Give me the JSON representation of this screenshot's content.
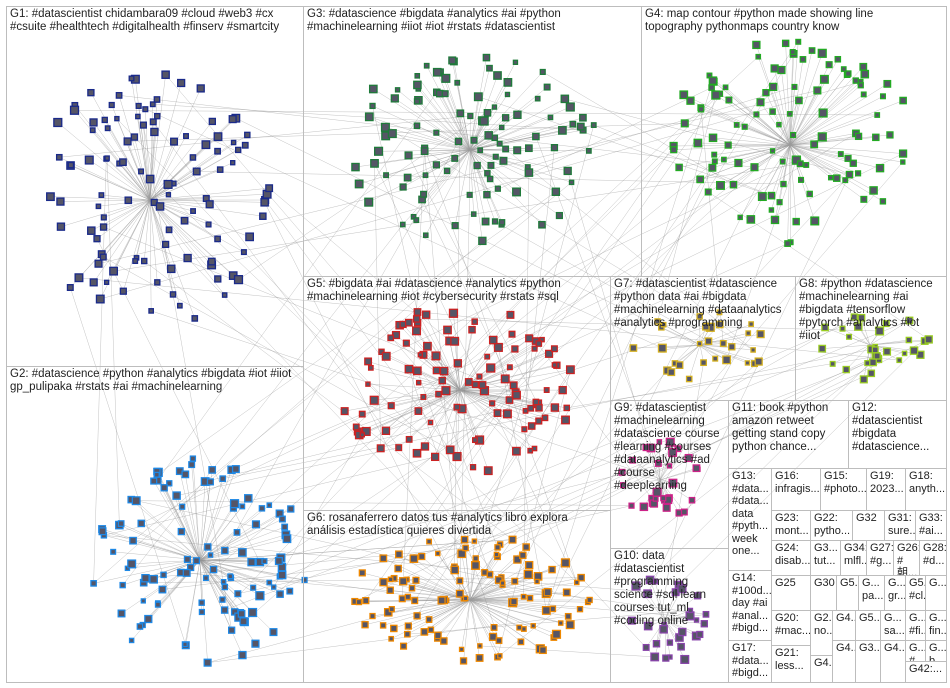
{
  "groups": {
    "g1": "G1: #datascientist chidambara09 #cloud #web3 #cx\n#csuite #healthtech #digitalhealth #finserv #smartcity",
    "g3": "G3: #datascience #bigdata #analytics #ai #python\n#machinelearning #iiot #iot #rstats #datascientist",
    "g4": "G4: map contour #python made showing line\ntopography pythonmaps country know",
    "g2": "G2: #datascience #python #analytics #bigdata #iot #iiot\ngp_pulipaka #rstats #ai #machinelearning",
    "g5": "G5: #bigdata #ai #datascience #analytics #python\n#machinelearning #iot #cybersecurity #rstats #sql",
    "g7": "G7: #datascientist #datascience\n#python data #ai #bigdata\n#machinelearning #dataanalytics\n#analytics #programming",
    "g8": "G8: #python #datascience\n#machinelearning #ai\n#bigdata #tensorflow\n#pytorch #analytics #iot\n#iiot",
    "g9": "G9: #datascientist\n#machinelearning\n#datascience course\n#learning #courses\n#dataanalytics #ad\n#course\n#deeplearning",
    "g6": "G6: rosanaferrero datos tus #analytics libro explora\nanálisis estadística quieres divertida",
    "g10": "G10: data\n#datascientist\n#programming\nscience #sql learn\ncourses tut_ml\n#coding online",
    "g11": "G11: book #python\namazon retweet\ngetting stand copy\npython chance...",
    "g12": "G12:\n#datascientist\n#bigdata\n#datascience...",
    "g13": "G13:\n#data...\n#data...\ndata\n#pyth...\nweek\none...",
    "g14": "G14:\n#100d...\nday #ai\n#anal...\n#bigd...",
    "g17": "G17:\n#data...\n#bigd...",
    "g16": "G16:\ninfragis...",
    "g15": "G15:\n#photo...",
    "g19": "G19:\n2023...",
    "g18": "G18:\nanyth...",
    "g23": "G23:\nmont...",
    "g22": "G22:\npytho...",
    "g32": "G32",
    "g31": "G31:\nsure...",
    "g33": "G33:\n#ai...",
    "g24": "G24:\ndisab...",
    "g3x": "G3...\ntut...",
    "g34": "G34:\nmlfl...",
    "g27": "G27:\n#g...",
    "g26": "G26:\n#朝...",
    "g28": "G28:\n#d...",
    "g25": "G25",
    "g30": "G30",
    "g5a": "G5...",
    "ga": "G...\npa...",
    "gb": "G...\ngr...",
    "g5b": "G5...\n#cl...",
    "gc": "G...",
    "g20": "G20:\n#mac...",
    "g2x": "G2...\nno...",
    "g4a": "G4...",
    "g5c": "G5...",
    "gd": "G...\nsa...",
    "ge": "G...\n#fi...",
    "gf": "G...\nfin...",
    "g21": "G21:\nless...",
    "g4b": "G4...",
    "g4c": "G4...",
    "g3y": "G3...",
    "g4d": "G4...",
    "gg": "G...\n#...",
    "gh": "G...\nb...",
    "g42": "G42:..."
  }
}
